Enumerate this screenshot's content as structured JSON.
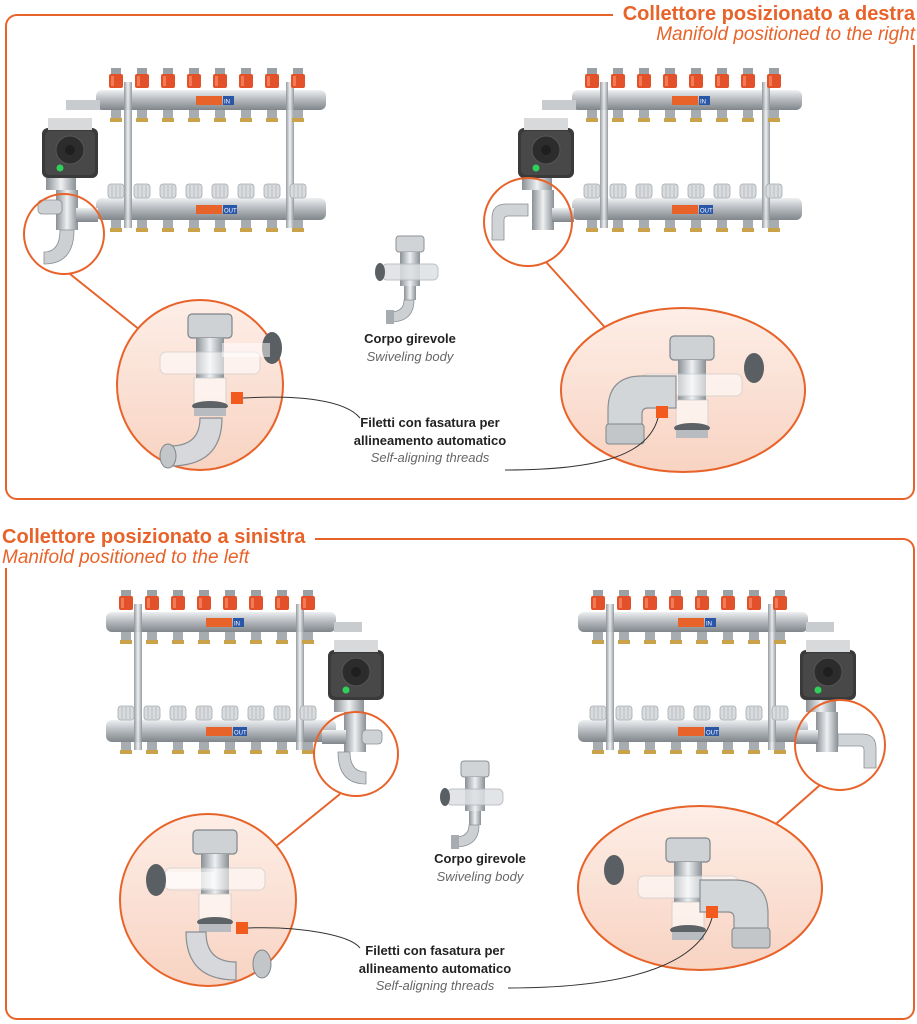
{
  "top_section": {
    "title_it": "Collettore posizionato a destra",
    "title_en": "Manifold positioned to the right",
    "center_label_it": "Corpo girevole",
    "center_label_en": "Swiveling body",
    "callout_it_line1": "Filetti con fasatura per",
    "callout_it_line2": "allineamento automatico",
    "callout_en": "Self-aligning threads"
  },
  "bottom_section": {
    "title_it": "Collettore posizionato a sinistra",
    "title_en": "Manifold positioned to the left",
    "center_label_it": "Corpo girevole",
    "center_label_en": "Swiveling body",
    "callout_it_line1": "Filetti con fasatura per",
    "callout_it_line2": "allineamento automatico",
    "callout_en": "Self-aligning threads"
  },
  "manifold_tags": {
    "in": "IN",
    "out": "OUT"
  },
  "colors": {
    "accent": "#e8632a",
    "marker": "#f25a1e",
    "zoom_fill": "#fbe3d8",
    "steel": "#c8cbce",
    "pump": "#3a3a3a"
  }
}
